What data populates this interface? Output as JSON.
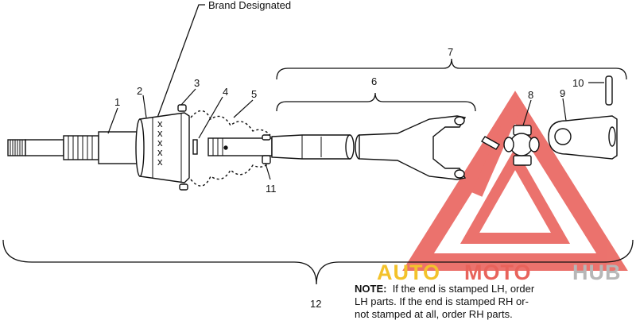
{
  "diagram": {
    "header_label": "Brand Designated",
    "callouts": [
      "1",
      "2",
      "3",
      "4",
      "5",
      "6",
      "7",
      "8",
      "9",
      "10",
      "11",
      "12"
    ],
    "note_label": "NOTE:",
    "note_lines": [
      "If the end is stamped LH, order",
      "LH parts.  If the end is stamped RH or-",
      "not stamped at all, order RH parts."
    ],
    "stamp_marks": [
      "x",
      "x",
      "x",
      "x",
      "x"
    ]
  },
  "watermark": {
    "parts": [
      "AUTO",
      "MOTO",
      "HUB"
    ],
    "colors": {
      "auto": "#f3c22b",
      "moto": "#e8635b",
      "hub": "#b7b7b7",
      "triangle": "#e85a54"
    }
  }
}
